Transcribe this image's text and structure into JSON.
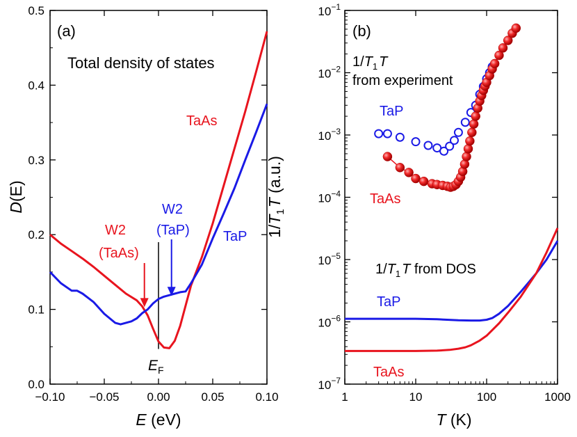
{
  "colors": {
    "TaAs": "#e8141e",
    "TaP": "#1a1ae6",
    "axis": "#000000"
  },
  "chart_data": [
    {
      "panel": "(a)",
      "type": "line",
      "title": "Total density of states",
      "xlabel": {
        "italic": "E",
        "rest": " (eV)"
      },
      "ylabel": {
        "italic": "D",
        "rest": "(E)",
        "full": "D(E)"
      },
      "xlim": [
        -0.1,
        0.1
      ],
      "ylim": [
        0.0,
        0.5
      ],
      "xticks": [
        "-0.10",
        "-0.05",
        "0.00",
        "0.05",
        "0.10"
      ],
      "xtick_values": [
        -0.1,
        -0.05,
        0.0,
        0.05,
        0.1
      ],
      "yticks": [
        "0.0",
        "0.1",
        "0.2",
        "0.3",
        "0.4",
        "0.5"
      ],
      "ytick_values": [
        0.0,
        0.1,
        0.2,
        0.3,
        0.4,
        0.5
      ],
      "series": [
        {
          "name": "TaAs",
          "color": "#e8141e",
          "x": [
            -0.1,
            -0.09,
            -0.08,
            -0.07,
            -0.06,
            -0.05,
            -0.04,
            -0.03,
            -0.02,
            -0.015,
            -0.01,
            -0.005,
            0.0,
            0.005,
            0.01,
            0.015,
            0.02,
            0.025,
            0.03,
            0.04,
            0.05,
            0.06,
            0.07,
            0.08,
            0.09,
            0.1
          ],
          "y": [
            0.2,
            0.188,
            0.178,
            0.168,
            0.157,
            0.145,
            0.133,
            0.121,
            0.112,
            0.104,
            0.092,
            0.074,
            0.057,
            0.049,
            0.048,
            0.058,
            0.078,
            0.105,
            0.132,
            0.17,
            0.215,
            0.265,
            0.315,
            0.365,
            0.418,
            0.472
          ]
        },
        {
          "name": "TaP",
          "color": "#1a1ae6",
          "x": [
            -0.1,
            -0.09,
            -0.08,
            -0.075,
            -0.07,
            -0.06,
            -0.05,
            -0.04,
            -0.035,
            -0.03,
            -0.025,
            -0.02,
            -0.015,
            -0.01,
            -0.005,
            0.0,
            0.005,
            0.01,
            0.015,
            0.02,
            0.025,
            0.03,
            0.04,
            0.05,
            0.06,
            0.07,
            0.08,
            0.09,
            0.1
          ],
          "y": [
            0.15,
            0.135,
            0.125,
            0.125,
            0.121,
            0.11,
            0.094,
            0.082,
            0.08,
            0.082,
            0.084,
            0.088,
            0.095,
            0.1,
            0.108,
            0.114,
            0.117,
            0.119,
            0.121,
            0.123,
            0.124,
            0.135,
            0.16,
            0.195,
            0.228,
            0.262,
            0.3,
            0.337,
            0.375
          ]
        }
      ],
      "annotations": {
        "panel_label": "(a)",
        "title": "Total density of states",
        "TaAs_label": "TaAs",
        "TaP_label": "TaP",
        "w2_taas_line1": "W2",
        "w2_taas_line2": "(TaAs)",
        "w2_tap_line1": "W2",
        "w2_tap_line2": "(TaP)",
        "ef_main": "E",
        "ef_sub": "F",
        "w2_taas_arrow_tip": [
          -0.013,
          0.103
        ],
        "w2_tap_arrow_tip": [
          0.012,
          0.118
        ]
      },
      "fermi_level_line": {
        "x": 0.0,
        "y_from": 0.047,
        "y_to": 0.19
      }
    },
    {
      "panel": "(b)",
      "type": "scatter",
      "scale": {
        "x": "log",
        "y": "log"
      },
      "xlabel": {
        "italic": "T",
        "rest": " (K)"
      },
      "ylabel": "1/T1T (a.u.)",
      "xlim": [
        1,
        1000
      ],
      "ylim": [
        1e-07,
        0.1
      ],
      "xticks": [
        "1",
        "10",
        "100",
        "1000"
      ],
      "xtick_values": [
        1,
        10,
        100,
        1000
      ],
      "yticks": [
        {
          "base": "10",
          "exp": "-7"
        },
        {
          "base": "10",
          "exp": "-6"
        },
        {
          "base": "10",
          "exp": "-5"
        },
        {
          "base": "10",
          "exp": "-4"
        },
        {
          "base": "10",
          "exp": "-3"
        },
        {
          "base": "10",
          "exp": "-2"
        },
        {
          "base": "10",
          "exp": "-1"
        }
      ],
      "ytick_values": [
        1e-07,
        1e-06,
        1e-05,
        0.0001,
        0.001,
        0.01,
        0.1
      ],
      "series": [
        {
          "name": "TaP",
          "kind": "experiment-open-circles",
          "color": "#1a1ae6",
          "x": [
            3,
            4,
            6,
            10,
            15,
            20,
            25,
            30,
            35,
            40,
            50,
            60,
            70,
            80,
            90,
            100,
            110,
            120
          ],
          "y": [
            0.00105,
            0.00105,
            0.00092,
            0.00078,
            0.00068,
            0.00062,
            0.00055,
            0.00066,
            0.00082,
            0.0011,
            0.0016,
            0.0023,
            0.003,
            0.0045,
            0.006,
            0.008,
            0.01,
            0.0125
          ]
        },
        {
          "name": "TaAs",
          "kind": "experiment-filled-spheres",
          "color": "#e8141e",
          "x": [
            4,
            6,
            8,
            10,
            13,
            17,
            20,
            24,
            28,
            31,
            34,
            37,
            40,
            43,
            46,
            49,
            52,
            55,
            58,
            62,
            66,
            70,
            75,
            80,
            85,
            90,
            95,
            100,
            110,
            120,
            130,
            150,
            170,
            200,
            230,
            260
          ],
          "y": [
            0.00045,
            0.0003,
            0.00025,
            0.0002,
            0.00018,
            0.000165,
            0.00016,
            0.000155,
            0.00015,
            0.000145,
            0.00015,
            0.00016,
            0.00018,
            0.00021,
            0.00026,
            0.00034,
            0.00045,
            0.0006,
            0.0008,
            0.0011,
            0.0015,
            0.002,
            0.0027,
            0.0035,
            0.0043,
            0.0052,
            0.0061,
            0.007,
            0.009,
            0.0115,
            0.014,
            0.019,
            0.025,
            0.033,
            0.043,
            0.052
          ]
        },
        {
          "name": "TaP",
          "kind": "dos-curve",
          "color": "#1a1ae6",
          "x": [
            1,
            2,
            5,
            10,
            20,
            40,
            60,
            80,
            100,
            120,
            150,
            200,
            300,
            500,
            700,
            1000
          ],
          "y": [
            1.12e-06,
            1.12e-06,
            1.12e-06,
            1.12e-06,
            1.1e-06,
            1.06e-06,
            1.05e-06,
            1.05e-06,
            1.08e-06,
            1.15e-06,
            1.35e-06,
            1.8e-06,
            3e-06,
            6e-06,
            1e-05,
            2e-05
          ]
        },
        {
          "name": "TaAs",
          "kind": "dos-curve",
          "color": "#e8141e",
          "x": [
            1,
            2,
            5,
            10,
            20,
            30,
            40,
            50,
            60,
            80,
            100,
            150,
            200,
            300,
            500,
            700,
            1000
          ],
          "y": [
            3.4e-07,
            3.4e-07,
            3.4e-07,
            3.4e-07,
            3.45e-07,
            3.55e-07,
            3.7e-07,
            3.9e-07,
            4.2e-07,
            5e-07,
            6e-07,
            9.5e-07,
            1.4e-06,
            2.5e-06,
            6e-06,
            1.3e-05,
            3.2e-05
          ]
        }
      ],
      "annotations": {
        "panel_label": "(b)",
        "exp_line1_pre": "1/",
        "exp_line1_T": "T",
        "exp_line1_sub": "1",
        "exp_line1_T2": "T",
        "exp_line2": "from experiment",
        "TaP_exp_label": "TaP",
        "TaAs_exp_label": "TaAs",
        "dos_pre": "1/",
        "dos_T": "T",
        "dos_sub": "1",
        "dos_T2": "T",
        "dos_rest": "  from DOS",
        "TaP_dos_label": "TaP",
        "TaAs_dos_label": "TaAs"
      },
      "ylabel_parts": {
        "pre": "1/",
        "T": "T",
        "sub": "1",
        "T2": "T",
        "rest": " (a.u.)"
      }
    }
  ]
}
